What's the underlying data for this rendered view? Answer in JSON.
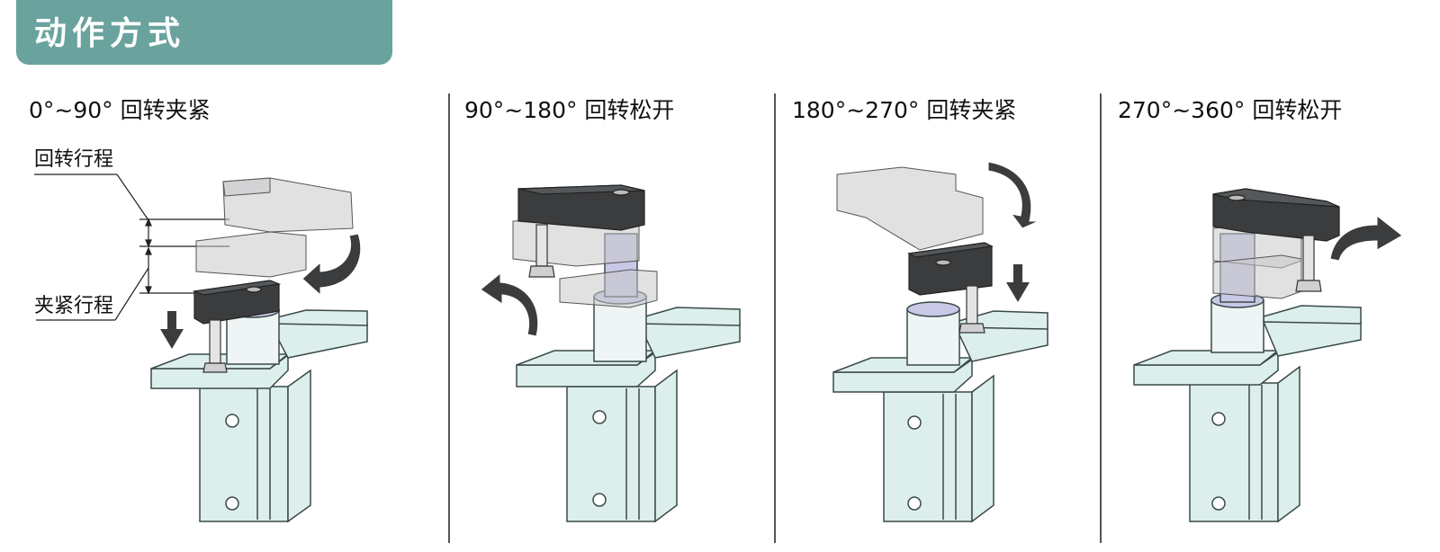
{
  "header": {
    "title": "动作方式",
    "color": "#6aa39e"
  },
  "panels": [
    {
      "title": "0°~90° 回转夹紧",
      "arrow_icon": "rotate-clamp-arrow-icon"
    },
    {
      "title": "90°~180° 回转松开",
      "arrow_icon": "rotate-release-arrow-icon"
    },
    {
      "title": "180°~270° 回转夹紧",
      "arrow_icon": "rotate-clamp-arrow-icon"
    },
    {
      "title": "270°~360° 回转松开",
      "arrow_icon": "rotate-release-arrow-icon"
    }
  ],
  "labels": {
    "rotation_stroke": "回转行程",
    "clamp_stroke": "夹紧行程"
  },
  "colors": {
    "cylinder_body": "#dcefec",
    "cylinder_edge": "#3a4a48",
    "arm_dark": "#3a3c3e",
    "arm_ghost": "#c9c9cb",
    "piston": "#c9c8e6",
    "arrow": "#3a3c3e"
  }
}
